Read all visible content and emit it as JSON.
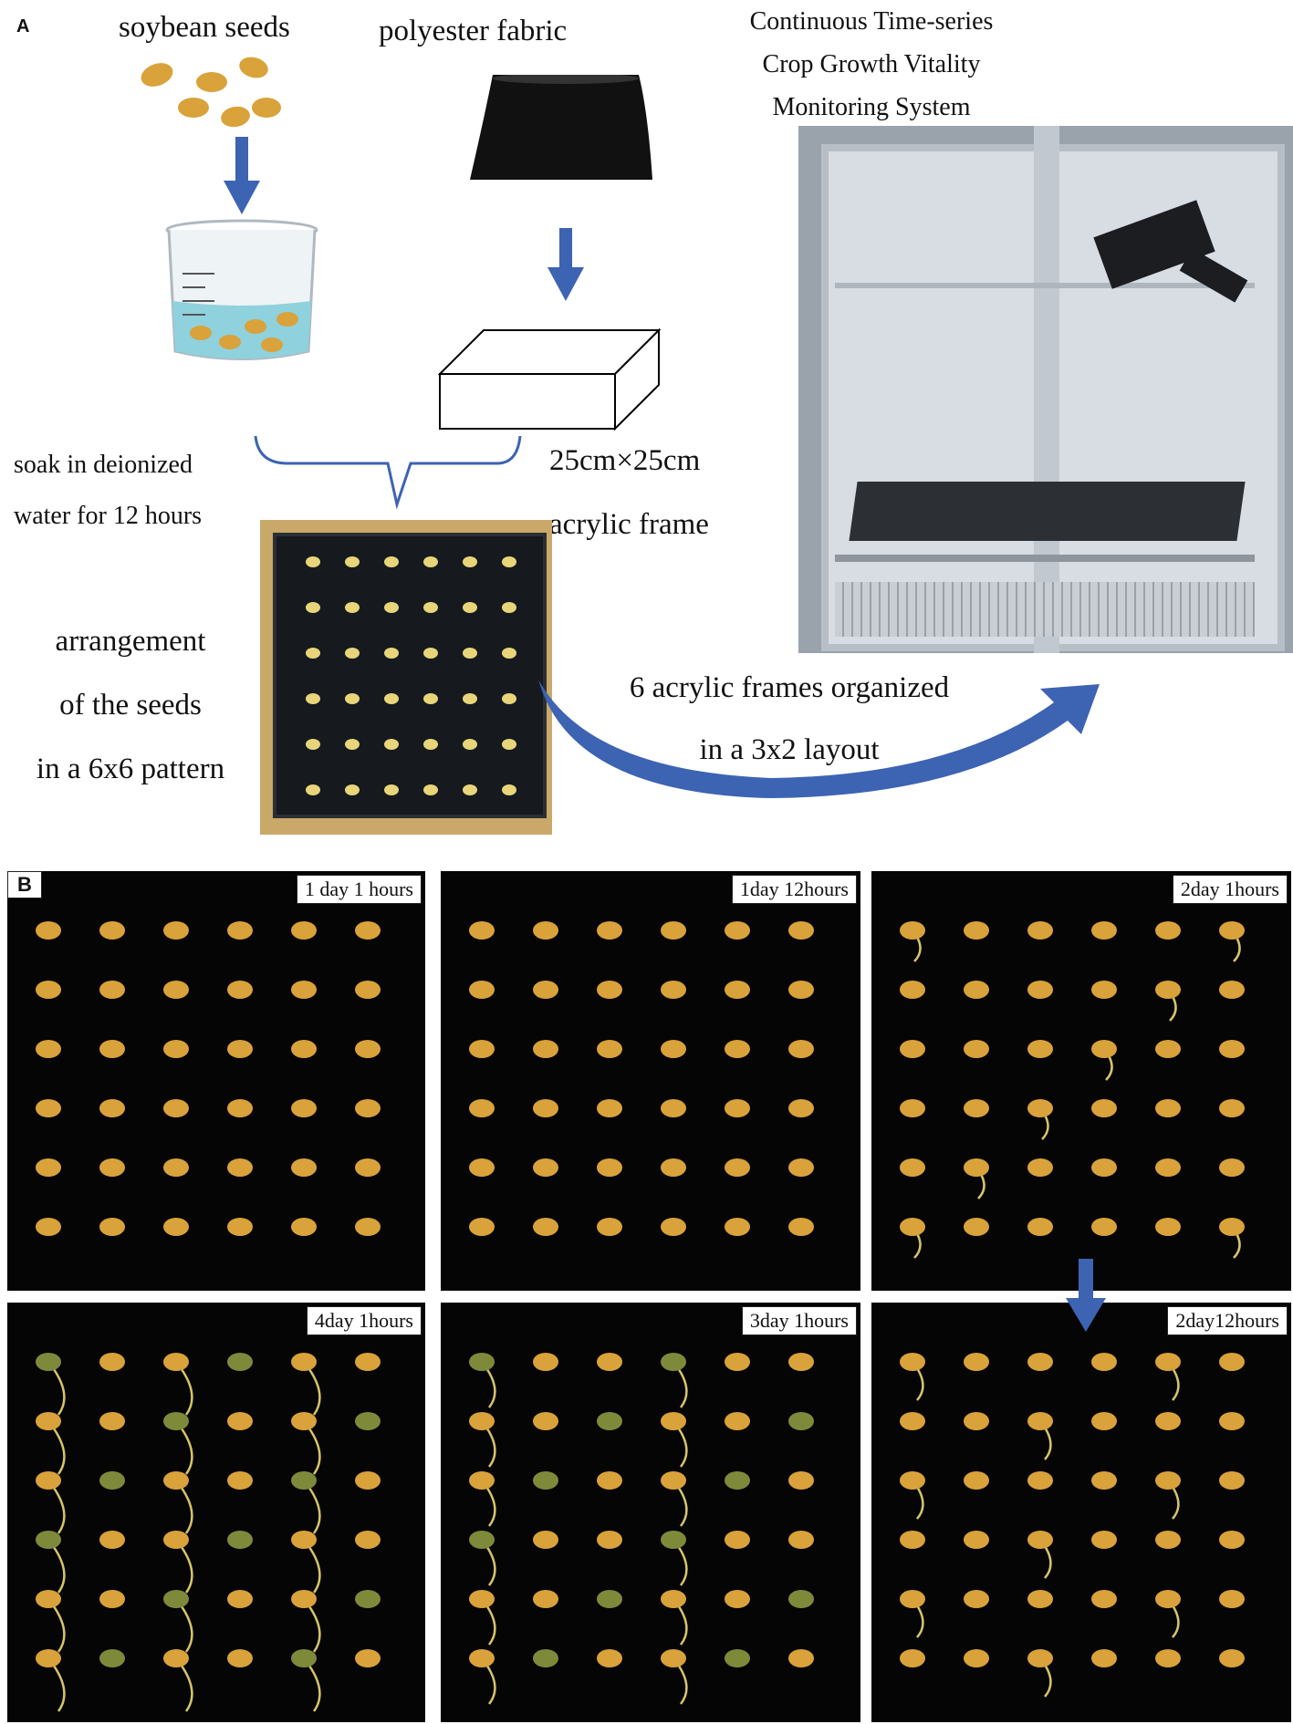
{
  "panelA": {
    "letter": "A",
    "soybean_label": "soybean seeds",
    "fabric_label": "polyester fabric",
    "soak_label": [
      "soak in deionized",
      "water for 12 hours"
    ],
    "frame_label": [
      "25cm×25cm",
      "acrylic frame"
    ],
    "arrangement_label": [
      "arrangement",
      "of the seeds",
      "in a 6x6 pattern"
    ],
    "layout_label": [
      "6 acrylic frames organized",
      "in a 3x2 layout"
    ],
    "system_label": [
      "Continuous Time-series",
      "Crop Growth Vitality",
      "Monitoring System"
    ]
  },
  "panelB": {
    "letter": "B",
    "frames": [
      {
        "label": "1 day 1 hours"
      },
      {
        "label": "1day 12hours"
      },
      {
        "label": "2day 1hours"
      },
      {
        "label": "4day 1hours"
      },
      {
        "label": "3day 1hours"
      },
      {
        "label": "2day12hours"
      }
    ]
  },
  "colors": {
    "arrow_blue": "#3d63b3",
    "seed": "#d9a23a",
    "water": "#8fd1dc",
    "fabric": "#111111"
  }
}
